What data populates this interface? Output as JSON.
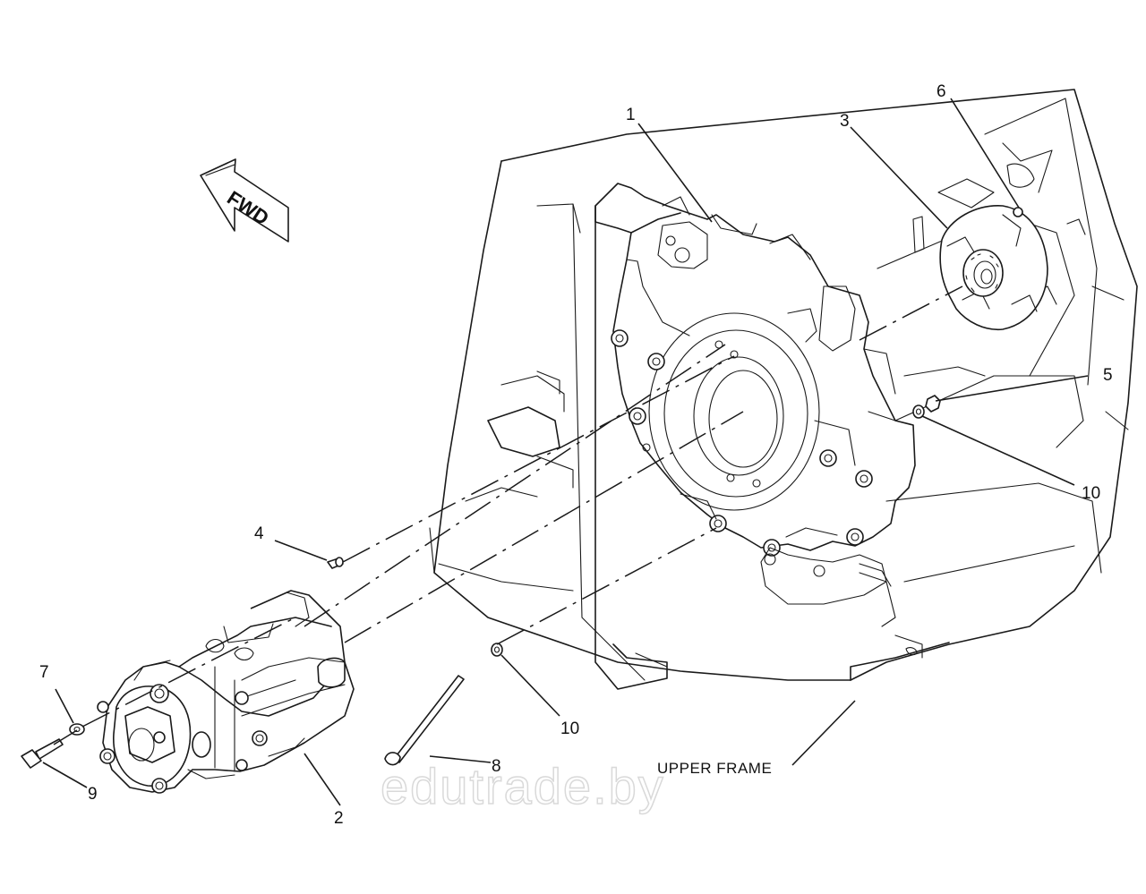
{
  "diagram": {
    "direction_arrow": {
      "label": "FWD"
    },
    "callouts": [
      {
        "id": "c1",
        "label": "1"
      },
      {
        "id": "c2",
        "label": "2"
      },
      {
        "id": "c3",
        "label": "3"
      },
      {
        "id": "c4",
        "label": "4"
      },
      {
        "id": "c5",
        "label": "5"
      },
      {
        "id": "c6",
        "label": "6"
      },
      {
        "id": "c7",
        "label": "7"
      },
      {
        "id": "c8",
        "label": "8"
      },
      {
        "id": "c9",
        "label": "9"
      },
      {
        "id": "c10a",
        "label": "10"
      },
      {
        "id": "c10b",
        "label": "10"
      }
    ],
    "frame_label": "UPPER FRAME",
    "watermark": "edutrade.by"
  }
}
